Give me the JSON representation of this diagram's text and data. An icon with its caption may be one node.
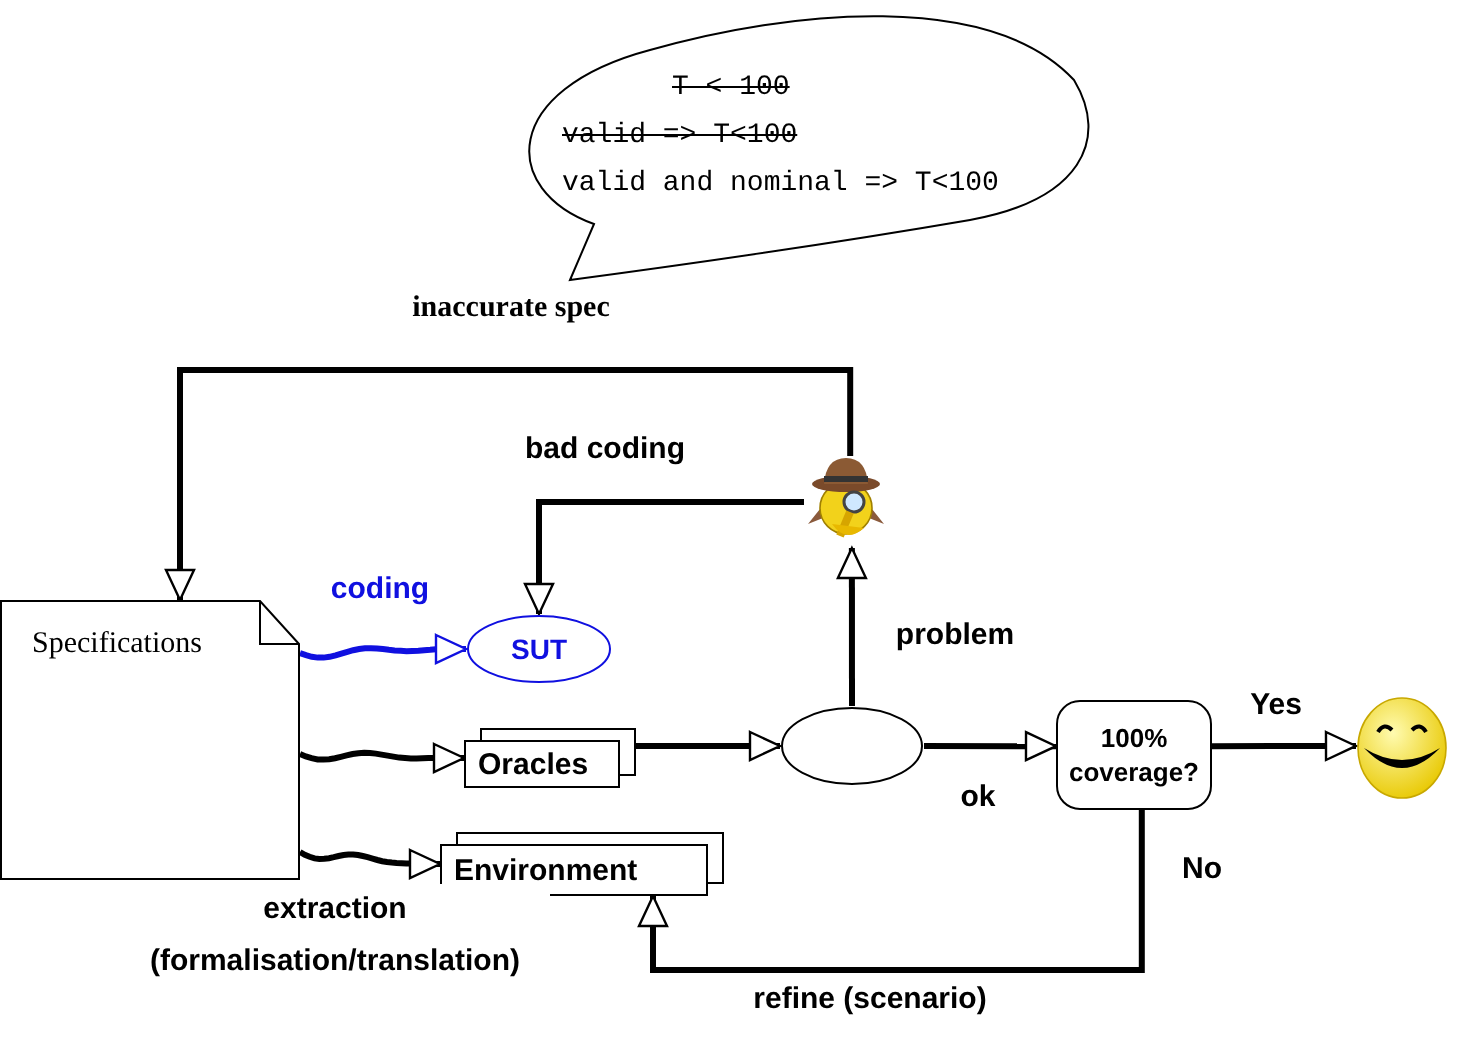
{
  "diagram": {
    "nodes": [
      {
        "text": [
          "T < 100",
          "valid => T<100",
          "valid and nominal => T<100"
        ]
      },
      {
        "text": [
          "Specifications"
        ]
      },
      {
        "text": [
          "SUT"
        ]
      },
      {
        "text": [
          "Oracles"
        ]
      },
      {
        "text": [
          "Environment"
        ]
      },
      {
        "text": [],
        "shape": "ellipse"
      },
      {
        "text": [],
        "shape": "picture"
      },
      {
        "text": [
          "100% coverage?"
        ]
      },
      {
        "text": [],
        "shape": "picture"
      }
    ],
    "edges": [
      {
        "from": 6,
        "to": 1,
        "arrow": "to",
        "label": "inaccurate spec"
      },
      {
        "from": 6,
        "to": 2,
        "arrow": "to",
        "label": "bad coding"
      },
      {
        "from": 1,
        "to": 2,
        "arrow": "to",
        "label": "coding",
        "color": "#1010e0"
      },
      {
        "from": 1,
        "to": 3,
        "arrow": "to"
      },
      {
        "from": 1,
        "to": 4,
        "arrow": "to",
        "label": "extraction (formalisation/translation)"
      },
      {
        "from": 3,
        "to": 5,
        "arrow": "to"
      },
      {
        "from": 5,
        "to": 6,
        "arrow": "to",
        "label": "problem"
      },
      {
        "from": 5,
        "to": 7,
        "arrow": "to",
        "label": "ok"
      },
      {
        "from": 7,
        "to": 8,
        "arrow": "to",
        "label": "Yes"
      },
      {
        "from": 7,
        "to": 4,
        "arrow": "to",
        "label": "No"
      }
    ],
    "labels": [
      "refine (scenario)"
    ]
  }
}
